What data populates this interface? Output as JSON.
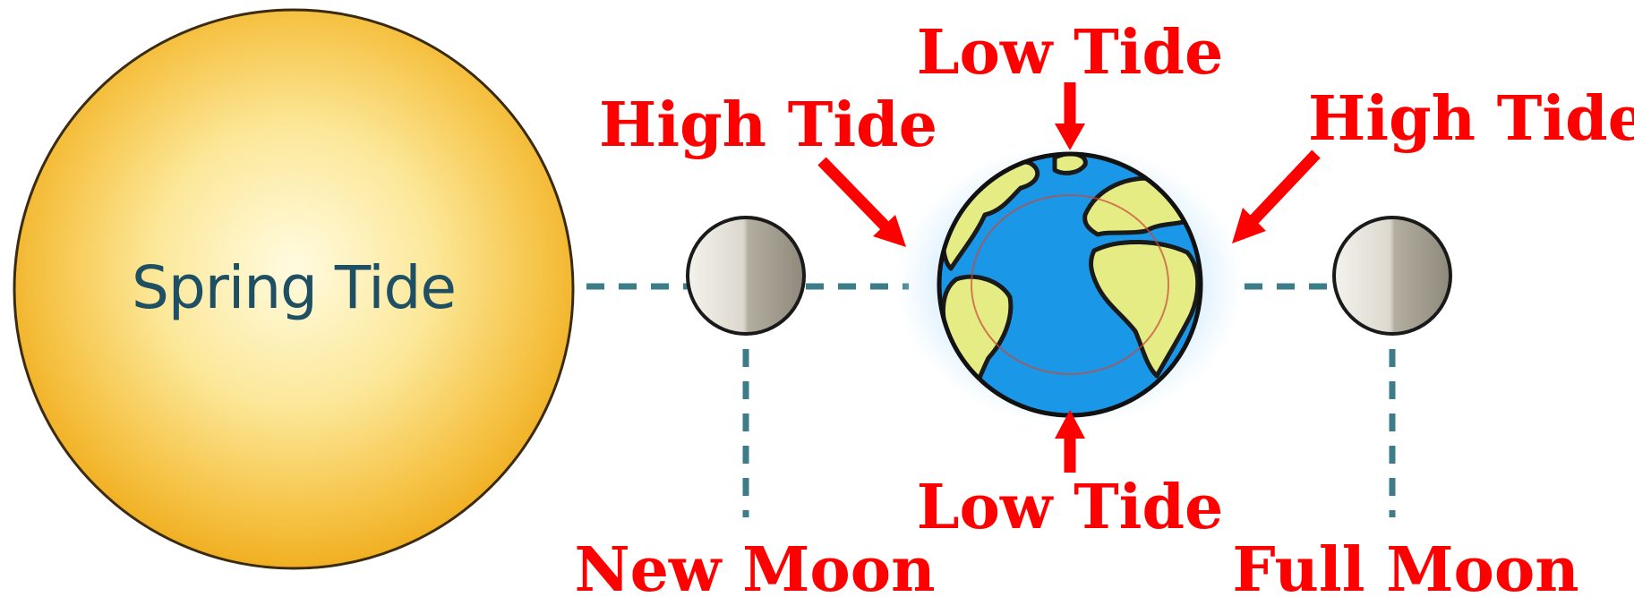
{
  "sun": {
    "label": "Spring Tide"
  },
  "labels": {
    "low_tide_top": "Low Tide",
    "low_tide_bottom": "Low Tide",
    "high_tide_left": "High Tide",
    "high_tide_right": "High Tide",
    "new_moon": "New Moon",
    "full_moon": "Full Moon"
  },
  "colors": {
    "label_red": "#ff0000",
    "sun_fill_center": "#fff5c6",
    "sun_fill_edge": "#f4b82a",
    "sun_text": "#1e4f63",
    "ocean": "#1a97e6",
    "land": "#e6ec84",
    "tidal_bulge": "#bfe2fb",
    "dashed_line": "#3d7d8a",
    "moon_light": "#ece9e2",
    "moon_dark": "#a09b8c"
  }
}
